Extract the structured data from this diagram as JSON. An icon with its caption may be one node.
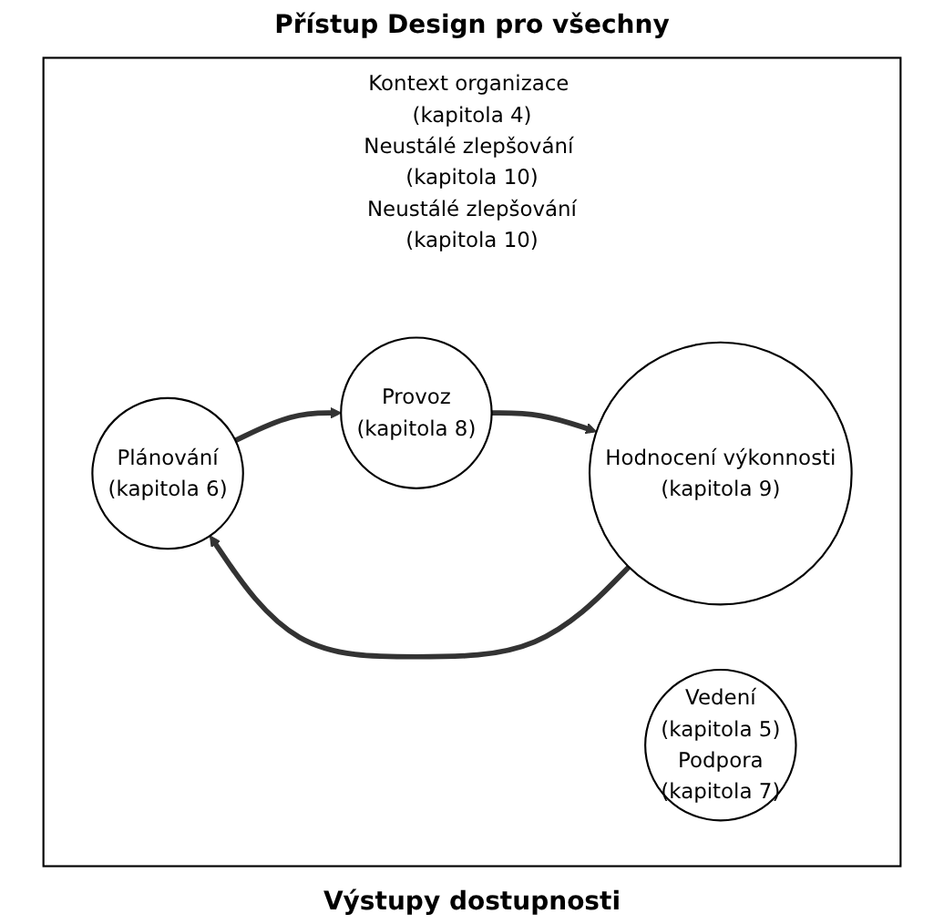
{
  "diagram": {
    "title": "Přístup Design pro všechny",
    "nodes": [
      {
        "text": [
          "Kontext organizace (kapitola 4)",
          "Neustálé zlepšování (kapitola 10)",
          "Neustálé zlepšování",
          "(kapitola 10)"
        ]
      },
      {
        "text": [
          "Plánování",
          "(kapitola 6)"
        ],
        "in": 0
      },
      {
        "text": [
          "Vedení",
          "(kapitola 5)",
          "Podpora",
          "(kapitola 7)"
        ],
        "in": 0
      },
      {
        "text": [
          "Provoz",
          "(kapitola 8)"
        ],
        "in": 0
      },
      {
        "text": [
          "Hodnocení výkonnosti",
          "(kapitola 9)"
        ],
        "in": 0
      }
    ],
    "edges": [
      {
        "from": 1,
        "to": 3,
        "arrow": "to"
      },
      {
        "from": 3,
        "to": 4,
        "arrow": "to"
      },
      {
        "from": 4,
        "to": 1,
        "arrow": "to"
      }
    ],
    "labels": [
      "Výstupy dostupnosti"
    ]
  }
}
